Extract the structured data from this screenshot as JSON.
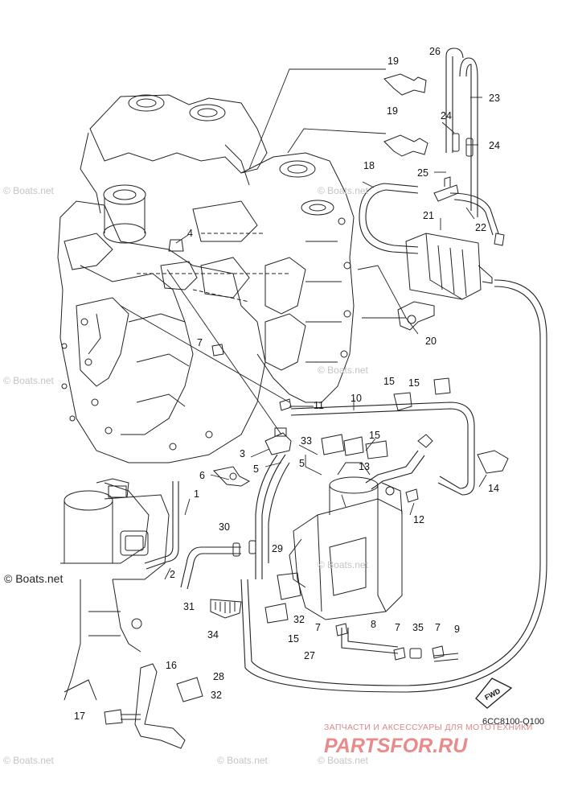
{
  "callouts": [
    "1",
    "2",
    "3",
    "4",
    "5",
    "5",
    "6",
    "7",
    "7",
    "7",
    "7",
    "8",
    "9",
    "10",
    "11",
    "12",
    "13",
    "14",
    "15",
    "15",
    "15",
    "15",
    "16",
    "17",
    "18",
    "19",
    "19",
    "20",
    "21",
    "22",
    "23",
    "24",
    "24",
    "25",
    "26",
    "27",
    "28",
    "29",
    "30",
    "31",
    "32",
    "32",
    "33",
    "34",
    "35"
  ],
  "watermarks": [
    "© Boats.net",
    "© Boats.net",
    "© Boats.net",
    "© Boats.net",
    "© Boats.net",
    "© Boats.net",
    "© Boats.net",
    "© Boats.net"
  ],
  "watermark_main": "© Boats.net",
  "fwd_label": "FWD",
  "diagram_code": "6CC8100-Q100",
  "brand_subtitle": "ЗАПЧАСТИ И АКСЕССУАРЫ ДЛЯ МОТОТЕХНИКИ",
  "brand_name": "PARTSFOR.RU",
  "colors": {
    "line": "#222222",
    "watermark": "#c4c4c4",
    "brand": "#e88b8b"
  }
}
